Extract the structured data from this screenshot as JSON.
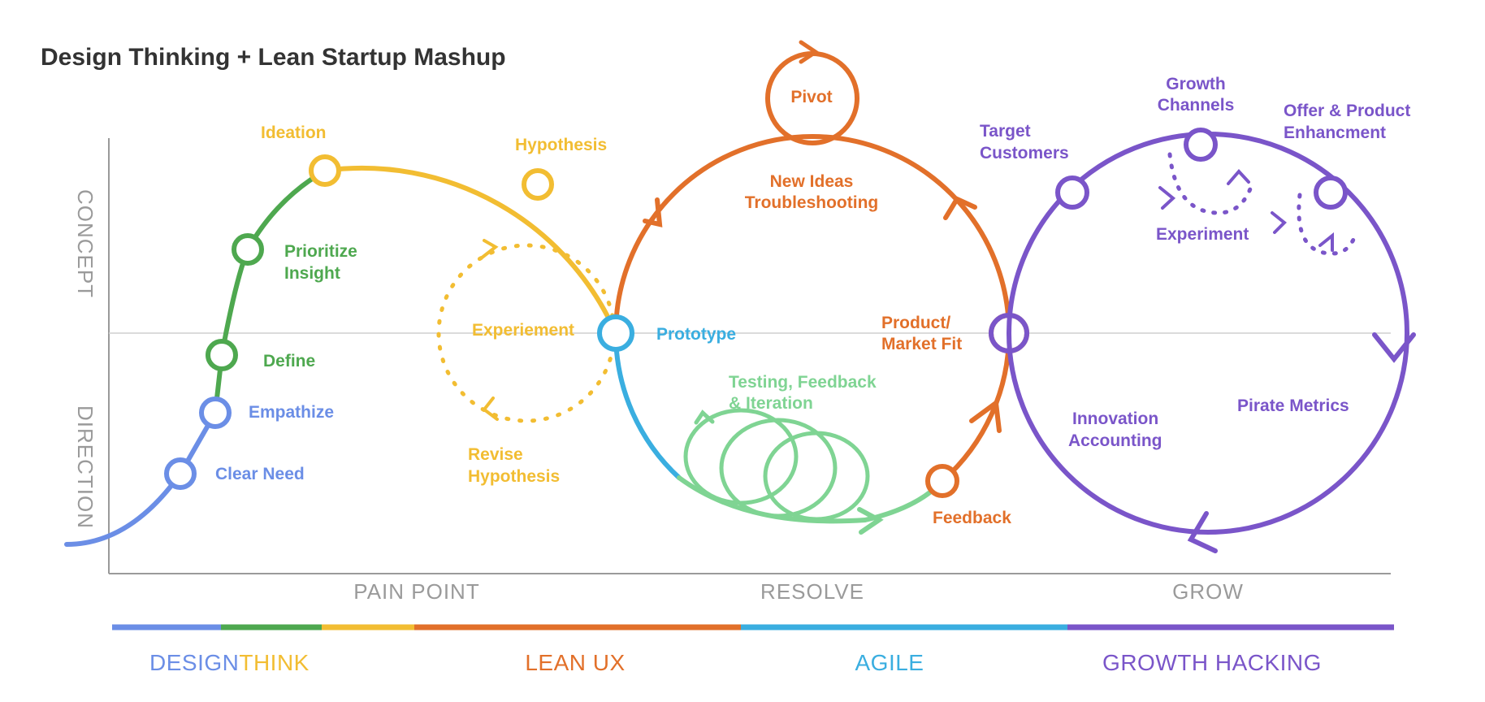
{
  "title": "Design Thinking + Lean Startup Mashup",
  "axes": {
    "y_top": "CONCEPT",
    "y_bottom": "DIRECTION",
    "x_sections": [
      "PAIN POINT",
      "RESOLVE",
      "GROW"
    ]
  },
  "colors": {
    "blue": "#6b8ee6",
    "green": "#4ea84f",
    "yellow": "#f2bd32",
    "orange": "#e2702a",
    "cyan": "#3aaee0",
    "mint": "#7fd493",
    "purple": "#7a55c9",
    "gray": "#9a9a9a"
  },
  "design_thinking": {
    "clear_need": "Clear Need",
    "empathize": "Empathize",
    "define": "Define",
    "prioritize_1": "Prioritize",
    "prioritize_2": "Insight",
    "ideation": "Ideation",
    "hypothesis": "Hypothesis",
    "experiment": "Experiement",
    "revise_1": "Revise",
    "revise_2": "Hypothesis"
  },
  "resolve": {
    "pivot": "Pivot",
    "new_ideas_1": "New Ideas",
    "new_ideas_2": "Troubleshooting",
    "prototype": "Prototype",
    "testing_1": "Testing, Feedback",
    "testing_2": "& Iteration",
    "feedback": "Feedback",
    "pmf_1": "Product/",
    "pmf_2": "Market Fit"
  },
  "grow": {
    "target_1": "Target",
    "target_2": "Customers",
    "growth_1": "Growth",
    "growth_2": "Channels",
    "offer_1": "Offer & Product",
    "offer_2": "Enhancment",
    "experiment": "Experiment",
    "pirate": "Pirate Metrics",
    "innovation_1": "Innovation",
    "innovation_2": "Accounting"
  },
  "legend": {
    "design": "DESIGN",
    "think": "THINK",
    "lean_ux": "LEAN UX",
    "agile": "AGILE",
    "growth_hacking": "GROWTH HACKING"
  }
}
